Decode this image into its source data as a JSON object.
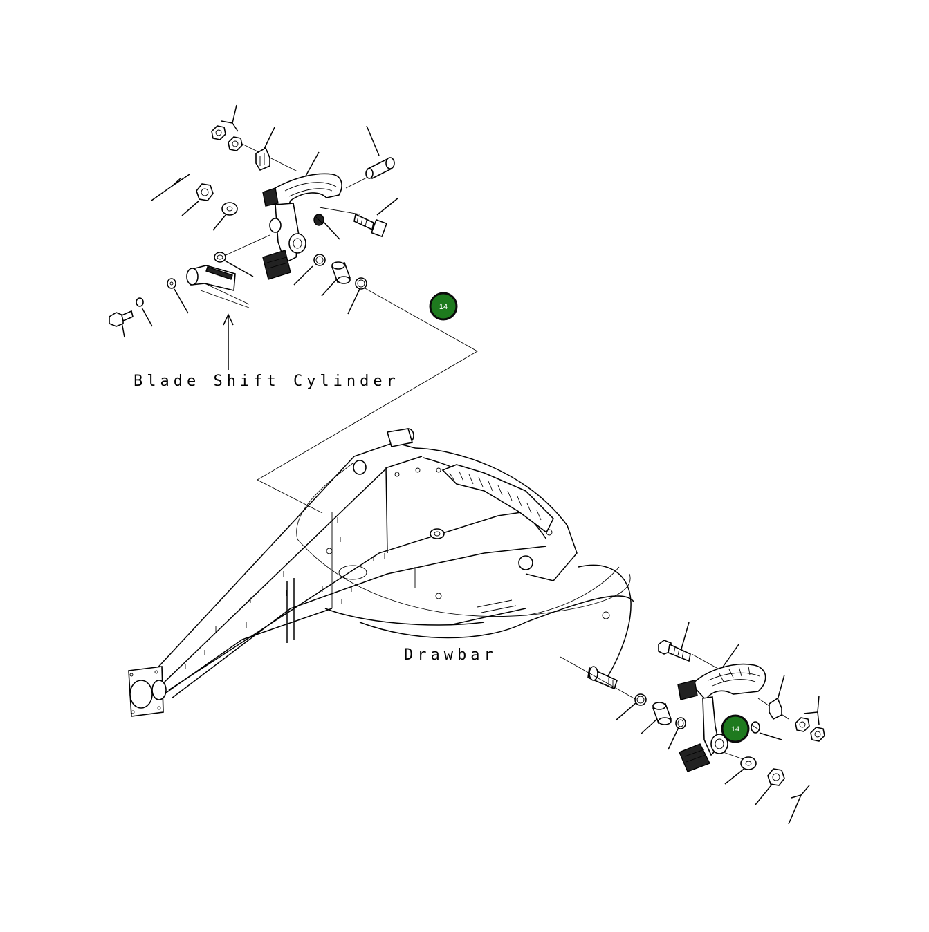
{
  "labels": {
    "blade_shift_cylinder": "Blade Shift Cylinder",
    "drawbar": "Drawbar"
  },
  "callouts": [
    {
      "number": "14",
      "color": "#1e7a1e"
    },
    {
      "number": "14",
      "color": "#1e7a1e"
    }
  ],
  "colors": {
    "line": "#000000",
    "background": "#ffffff",
    "callout_fill": "#1e7a1e",
    "callout_stroke": "#0b0b0b"
  }
}
